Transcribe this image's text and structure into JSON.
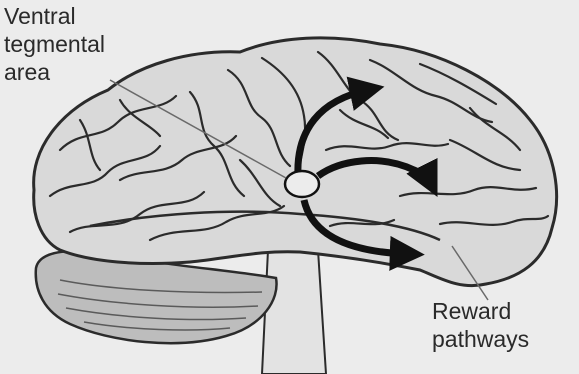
{
  "labels": {
    "vta": [
      "Ventral",
      "tegmental",
      "area"
    ],
    "reward": [
      "Reward",
      "pathways"
    ]
  },
  "colors": {
    "background": "#ececec",
    "brain_fill": "#d9d9d9",
    "cerebellum_fill": "#bdbdbd",
    "outline": "#2b2b2b",
    "arrow": "#111111"
  }
}
